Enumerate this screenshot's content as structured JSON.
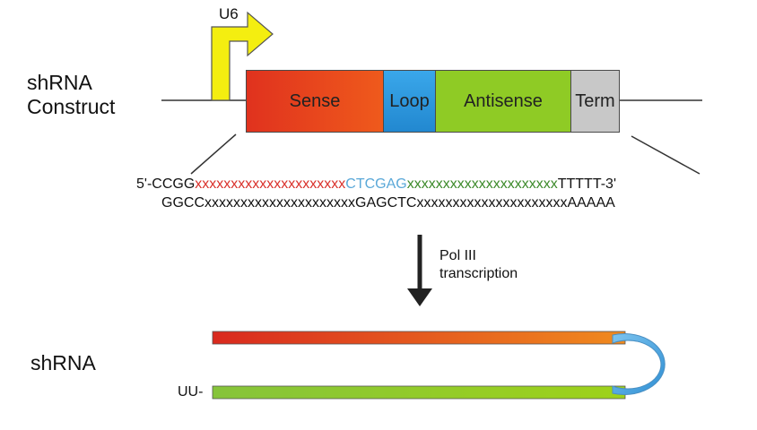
{
  "construct": {
    "title_line1": "shRNA",
    "title_line2": "Construct",
    "promoter": "U6",
    "segments": {
      "sense": "Sense",
      "loop": "Loop",
      "antisense": "Antisense",
      "term": "Term"
    }
  },
  "sequence": {
    "top": {
      "prefix": "5'-CCGG",
      "sense": "xxxxxxxxxxxxxxxxxxxxx",
      "loop": "CTCGAG",
      "antisense": "xxxxxxxxxxxxxxxxxxxxx",
      "suffix": "TTTTT-3'"
    },
    "bottom": {
      "prefix": "GGCC",
      "sense": "xxxxxxxxxxxxxxxxxxxxx",
      "loop": "GAGCTC",
      "antisense": "xxxxxxxxxxxxxxxxxxxxx",
      "suffix": "AAAAA"
    }
  },
  "process": {
    "line1": "Pol III",
    "line2": "transcription"
  },
  "product": {
    "title": "shRNA",
    "overhang": "UU-"
  },
  "colors": {
    "sense": "#e8401c",
    "loop": "#2b9be0",
    "antisense": "#8fcb25",
    "term": "#c8c8c8",
    "promoter": "#f4ee10",
    "sense_text": "#d9302a",
    "loop_text": "#5aa8d8",
    "antisense_text": "#3c8a2a"
  }
}
